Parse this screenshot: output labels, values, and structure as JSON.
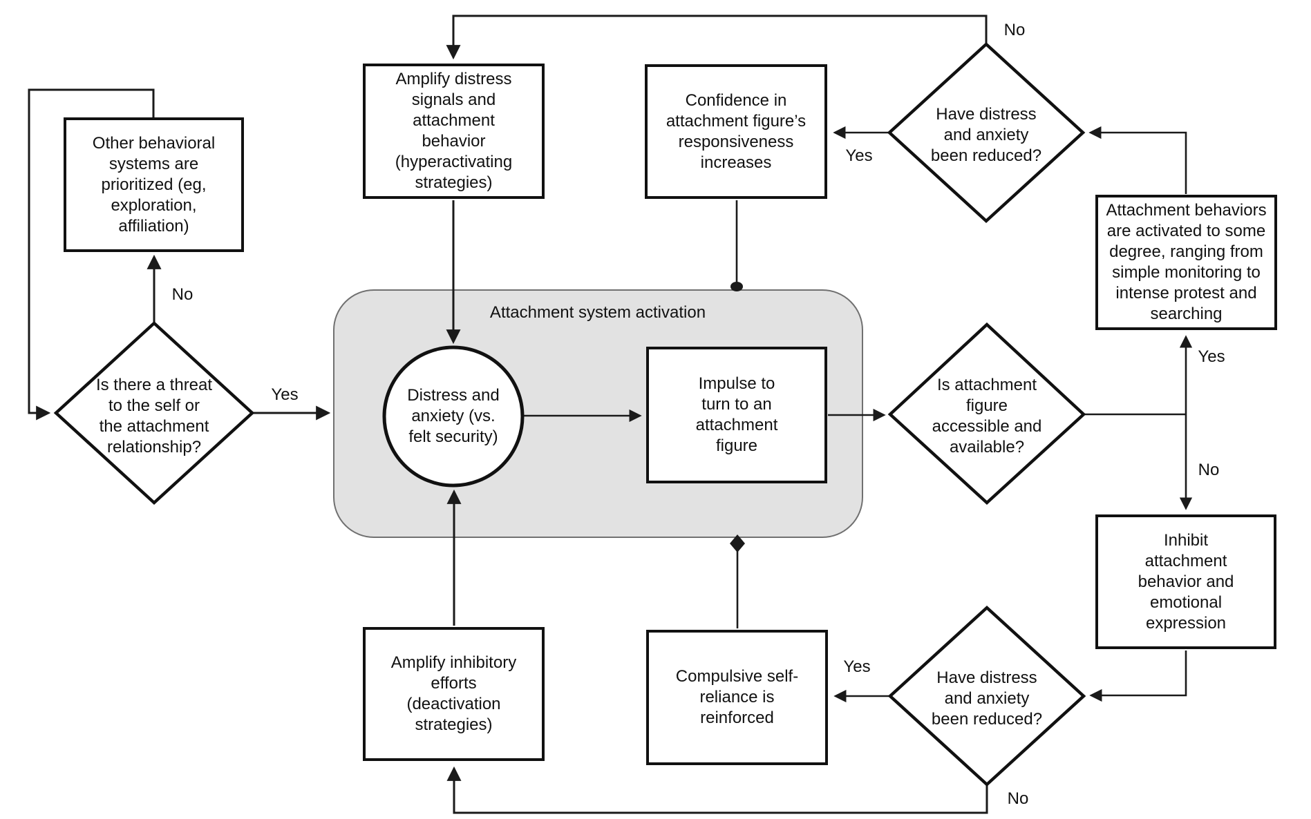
{
  "diagram": {
    "title_hint": "Attachment system activation flowchart",
    "container_label": "Attachment system activation",
    "nodes": {
      "other_systems": {
        "label": "Other behavioral\nsystems are\nprioritized (eg,\nexploration,\naffiliation)"
      },
      "threat": {
        "label": "Is there a threat\nto the self or\nthe attachment\nrelationship?"
      },
      "amplify_distress": {
        "label": "Amplify distress\nsignals and\nattachment\nbehavior\n(hyperactivating\nstrategies)"
      },
      "distress_anxiety": {
        "label": "Distress and\nanxiety (vs.\nfelt security)"
      },
      "impulse": {
        "label": "Impulse to\nturn to an\nattachment\nfigure"
      },
      "confidence": {
        "label": "Confidence in\nattachment figure’s\nresponsiveness\nincreases"
      },
      "reduced_top": {
        "label": "Have distress\nand anxiety\nbeen reduced?"
      },
      "attachment_behaviors": {
        "label": "Attachment behaviors\nare activated to some\ndegree, ranging from\nsimple monitoring to\nintense protest and\nsearching"
      },
      "accessible": {
        "label": "Is attachment\nfigure\naccessible and\navailable?"
      },
      "inhibit": {
        "label": "Inhibit\nattachment\nbehavior and\nemotional\nexpression"
      },
      "reduced_bottom": {
        "label": "Have distress\nand anxiety\nbeen reduced?"
      },
      "compulsive": {
        "label": "Compulsive self-\nreliance is\nreinforced"
      },
      "amplify_inhibitory": {
        "label": "Amplify inhibitory\nefforts\n(deactivation\nstrategies)"
      }
    },
    "edge_labels": {
      "threat_no": "No",
      "threat_yes": "Yes",
      "reduced_top_no": "No",
      "reduced_top_yes": "Yes",
      "accessible_yes": "Yes",
      "accessible_no": "No",
      "reduced_bottom_yes": "Yes",
      "reduced_bottom_no": "No"
    },
    "colors": {
      "background": "#ffffff",
      "container_fill": "#e2e2e2",
      "container_stroke": "#707070",
      "line_color": "#1a1a1a",
      "node_border": "#111111",
      "text_color": "#111111"
    }
  }
}
